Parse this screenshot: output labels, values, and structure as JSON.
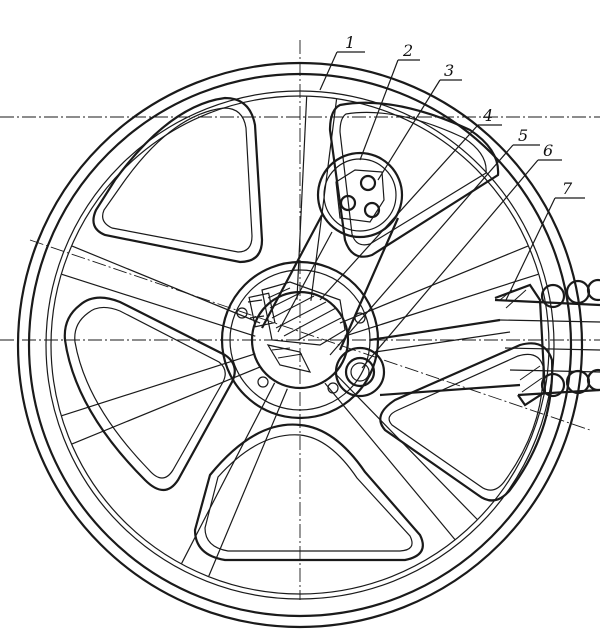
{
  "callouts": [
    {
      "id": "1",
      "text": "1"
    },
    {
      "id": "2",
      "text": "2"
    },
    {
      "id": "3",
      "text": "3"
    },
    {
      "id": "4",
      "text": "4"
    },
    {
      "id": "5",
      "text": "5"
    },
    {
      "id": "6",
      "text": "6"
    },
    {
      "id": "7",
      "text": "7"
    }
  ],
  "colors": {
    "ink": "#1a1a1a",
    "paper": "#ffffff"
  }
}
